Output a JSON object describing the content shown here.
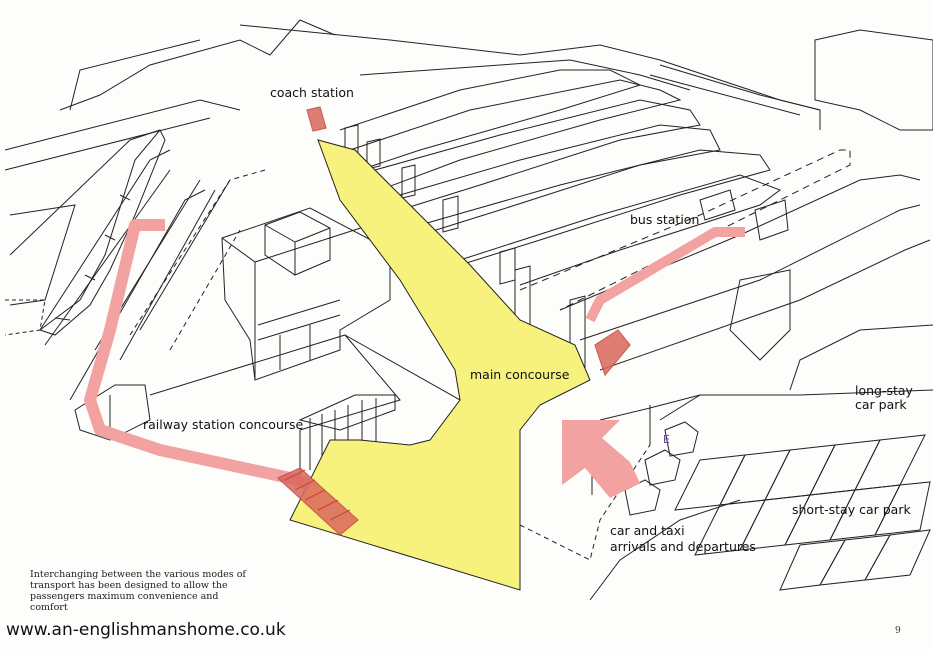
{
  "labels": {
    "coach_station": "coach station",
    "bus_station": "bus station",
    "main_concourse": "main concourse",
    "railway_station_concourse": "railway station concourse",
    "long_stay_line1": "long-stay",
    "long_stay_line2": "car park",
    "short_stay": "short-stay car park",
    "car_taxi_line1": "car and taxi",
    "car_taxi_line2": "arrivals and departures",
    "taxi_marker": "E"
  },
  "caption": {
    "line1": "Interchanging between the various modes of",
    "line2": "transport has been designed to allow the",
    "line3": "passengers maximum convenience and",
    "line4": "comfort"
  },
  "watermark": "www.an-englishmanshome.co.uk",
  "page_number": "9",
  "colors": {
    "concourse_fill": "#f7f27e",
    "route_arrow": "#f2a2a0",
    "stairs": "#c8483c",
    "line": "#222222"
  }
}
